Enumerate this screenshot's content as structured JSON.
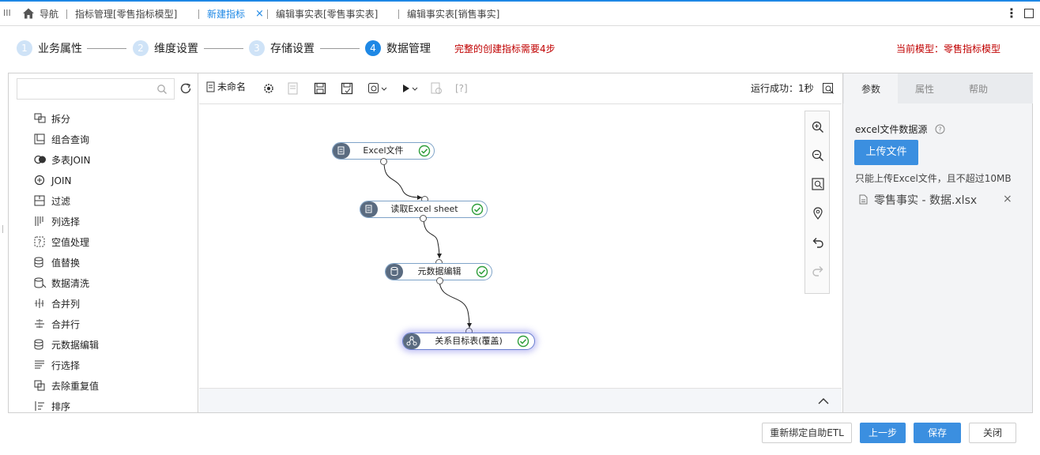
{
  "tabbar": {
    "tabs": [
      {
        "label": "导航"
      },
      {
        "label": "指标管理[零售指标模型]"
      },
      {
        "label": "新建指标"
      },
      {
        "label": "编辑事实表[零售事实表]"
      },
      {
        "label": "编辑事实表[销售事实]"
      }
    ],
    "close_glyph": "×",
    "more_glyph": "⋮",
    "grip_glyph": "III"
  },
  "steps": {
    "items": [
      {
        "number": "1",
        "label": "业务属性"
      },
      {
        "number": "2",
        "label": "维度设置"
      },
      {
        "number": "3",
        "label": "存储设置"
      },
      {
        "number": "4",
        "label": "数据管理"
      }
    ],
    "note": "完整的创建指标需要4步",
    "current_model": "当前模型：零售指标模型"
  },
  "tools": [
    {
      "label": "拆分",
      "icon": "split-icon"
    },
    {
      "label": "组合查询",
      "icon": "combined-query-icon"
    },
    {
      "label": "多表JOIN",
      "icon": "multi-join-icon"
    },
    {
      "label": "JOIN",
      "icon": "join-icon"
    },
    {
      "label": "过滤",
      "icon": "filter-icon"
    },
    {
      "label": "列选择",
      "icon": "column-select-icon"
    },
    {
      "label": "空值处理",
      "icon": "null-handle-icon"
    },
    {
      "label": "值替换",
      "icon": "value-replace-icon"
    },
    {
      "label": "数据清洗",
      "icon": "data-clean-icon"
    },
    {
      "label": "合并列",
      "icon": "merge-column-icon"
    },
    {
      "label": "合并行",
      "icon": "merge-row-icon"
    },
    {
      "label": "元数据编辑",
      "icon": "metadata-edit-icon"
    },
    {
      "label": "行选择",
      "icon": "row-select-icon"
    },
    {
      "label": "去除重复值",
      "icon": "dedupe-icon"
    },
    {
      "label": "排序",
      "icon": "sort-icon"
    }
  ],
  "toolbar": {
    "name": "未命名",
    "status": "运行成功：1秒",
    "help_label": "[?]"
  },
  "flow": {
    "nodes": [
      {
        "label": "Excel文件"
      },
      {
        "label": "读取Excel sheet"
      },
      {
        "label": "元数据编辑"
      },
      {
        "label": "关系目标表(覆盖)"
      }
    ]
  },
  "rightpanel": {
    "tabs": [
      {
        "label": "参数"
      },
      {
        "label": "属性"
      },
      {
        "label": "帮助"
      }
    ],
    "expand_glyph": "»",
    "section_title": "excel文件数据源",
    "upload_label": "上传文件",
    "hint": "只能上传Excel文件，且不超过10MB",
    "file_name": "零售事实 - 数据.xlsx",
    "remove_glyph": "×"
  },
  "buttons": {
    "rebind": "重新绑定自助ETL",
    "prev": "上一步",
    "save": "保存",
    "close": "关闭"
  },
  "colors": {
    "accent": "#1e88e5",
    "warning_text": "#c00000",
    "button_blue": "#3b8fe0",
    "node_icon": "#5a6b80",
    "success_check": "#2e9e3a"
  }
}
